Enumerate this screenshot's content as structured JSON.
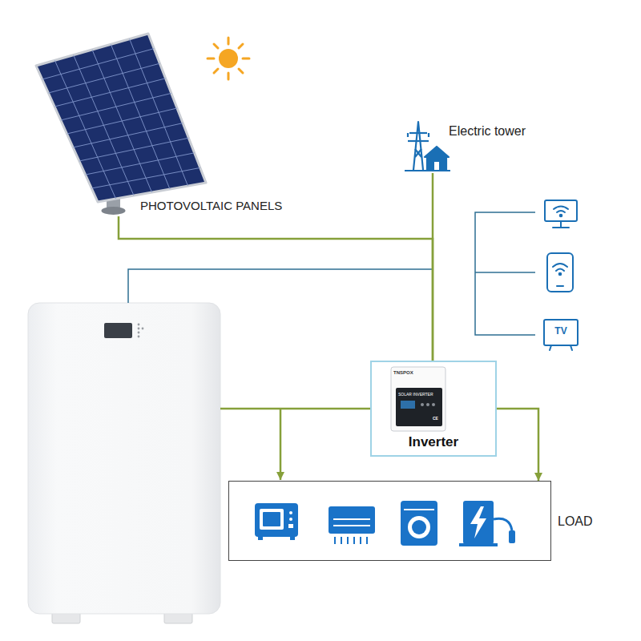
{
  "diagram": {
    "nodes": [
      {
        "text": [
          "PHOTOVOLTAIC PANELS"
        ]
      },
      {
        "text": [
          "Electric tower"
        ]
      },
      {
        "text": [
          "Inverter"
        ]
      },
      {
        "text": [
          "LOAD"
        ]
      }
    ],
    "edges": [
      {
        "from": 0,
        "to": 2,
        "arrow": "none"
      },
      {
        "from": 1,
        "to": 2,
        "arrow": "none"
      },
      {
        "from": 2,
        "to": 3,
        "arrow": "to"
      }
    ],
    "labels": [
      "TV",
      "TNSPOX",
      "SOLAR INVERTER",
      "CE"
    ]
  }
}
